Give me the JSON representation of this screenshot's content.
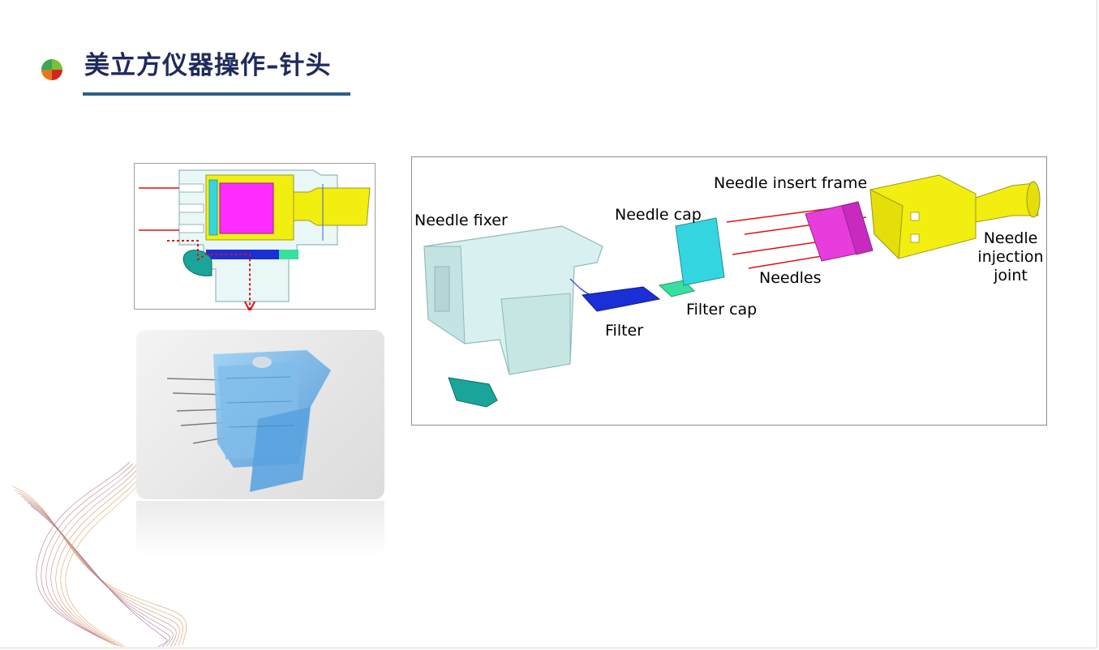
{
  "slide": {
    "title": "美立方仪器操作–针头"
  },
  "diagram": {
    "labels": {
      "needle_fixer": "Needle fixer",
      "needle_cap": "Needle cap",
      "needle_insert_frame": "Needle insert frame",
      "needles": "Needles",
      "filter_cap": "Filter cap",
      "filter": "Filter",
      "needle_injection_joint": "Needle injection joint"
    },
    "colors": {
      "needle_fixer": "#d8f0ef",
      "needle_cap": "#33d6e0",
      "needle_insert_frame": "#e83cdc",
      "filter": "#1b2fd6",
      "filter_cap": "#38e0a0",
      "needle_injection_joint": "#f2ee10",
      "needles": "#d62020",
      "latch": "#1aa59a"
    }
  },
  "icons": {
    "logo": "pie-chart-quad-icon"
  }
}
